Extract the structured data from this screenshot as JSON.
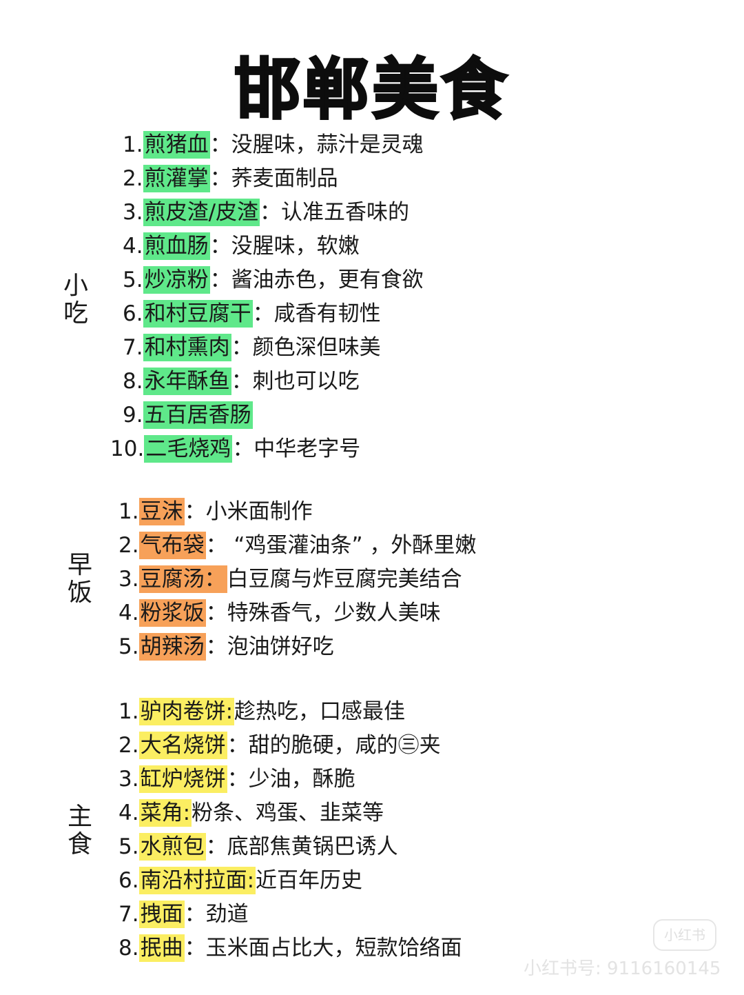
{
  "title": "邯郸美食",
  "sections": [
    {
      "label": "小吃",
      "items": [
        {
          "num": "1.",
          "name": "煎猪血",
          "desc": "：没腥味，蒜汁是灵魂"
        },
        {
          "num": "2.",
          "name": "煎灌掌",
          "desc": "：荞麦面制品"
        },
        {
          "num": "3.",
          "name": "煎皮渣/皮渣",
          "desc": "：认准五香味的"
        },
        {
          "num": "4.",
          "name": "煎血肠",
          "desc": "：没腥味，软嫩"
        },
        {
          "num": "5.",
          "name": "炒凉粉",
          "desc": "：酱油赤色，更有食欲"
        },
        {
          "num": "6.",
          "name": "和村豆腐干",
          "desc": " ：咸香有韧性"
        },
        {
          "num": "7.",
          "name": "和村熏肉",
          "desc": "：颜色深但味美"
        },
        {
          "num": "8.",
          "name": "永年酥鱼",
          "desc": "：刺也可以吃"
        },
        {
          "num": "9.",
          "name": "五百居香肠",
          "desc": ""
        },
        {
          "num": "10.",
          "name": "二毛烧鸡",
          "desc": " ：中华老字号"
        }
      ]
    },
    {
      "label": "早饭",
      "items": [
        {
          "num": "1.",
          "name": "豆沫",
          "desc": " ：小米面制作"
        },
        {
          "num": "2.",
          "name": "气布袋",
          "desc": " ：  “鸡蛋灌油条” ，外酥里嫩"
        },
        {
          "num": "3.",
          "name": "豆腐汤：",
          "desc": " 白豆腐与炸豆腐完美结合"
        },
        {
          "num": "4.",
          "name": "粉浆饭",
          "desc": " ：特殊香气，少数人美味"
        },
        {
          "num": "5.",
          "name": "胡辣汤 ",
          "desc": " ：泡油饼好吃"
        }
      ]
    },
    {
      "label": "主食",
      "items": [
        {
          "num": "1.",
          "name": "驴肉卷饼:",
          "desc": " 趁热吃，口感最佳"
        },
        {
          "num": "2.",
          "name": "大名烧饼",
          "desc": " ：甜的脆硬，咸的㊂夹"
        },
        {
          "num": "3.",
          "name": "缸炉烧饼",
          "desc": " ：少油，酥脆"
        },
        {
          "num": "4.",
          "name": "菜角:",
          "desc": " 粉条、鸡蛋、韭菜等"
        },
        {
          "num": "5.",
          "name": "水煎包",
          "desc": " ：底部焦黄锅巴诱人"
        },
        {
          "num": "6.",
          "name": "南沿村拉面:",
          "desc": " 近百年历史"
        },
        {
          "num": "7.",
          "name": "拽面 ",
          "desc": " ：劲道"
        },
        {
          "num": "8.",
          "name": "抿曲 ",
          "desc": " ：玉米面占比大，短款饸络面"
        }
      ]
    }
  ],
  "watermark": {
    "logo": "小红书",
    "id": "小红书号: 9116160145"
  },
  "colors": {
    "green": "#5fe88a",
    "orange": "#f7a159",
    "yellow": "#fbee62"
  }
}
